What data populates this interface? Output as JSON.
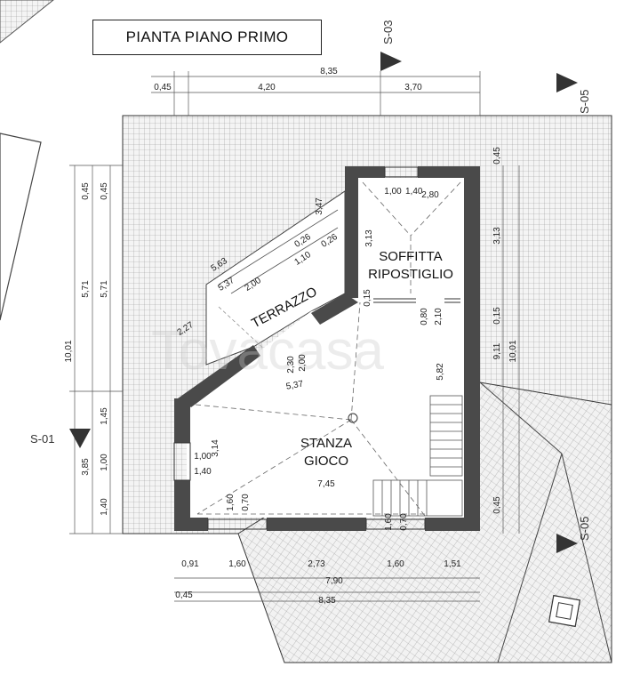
{
  "title": "PIANTA PIANO PRIMO",
  "watermark": "Tovacasa",
  "rooms": {
    "terrazzo": "TERRAZZO",
    "soffitta_1": "SOFFITTA",
    "soffitta_2": "RIPOSTIGLIO",
    "stanza_1": "STANZA",
    "stanza_2": "GIOCO"
  },
  "sections": {
    "s01": "S-01",
    "s03": "S-03",
    "s05_top": "S-05",
    "s05_bottom": "S-05"
  },
  "dims": {
    "top_total": "8,35",
    "top_a": "0,45",
    "top_b": "4,20",
    "top_c": "3,70",
    "left_total": "10,01",
    "left_a": "0,45",
    "left_b": "0,45",
    "left_c": "5,71",
    "left_d": "5,71",
    "left_e": "1,45",
    "left_f": "3,85",
    "left_g": "1,00",
    "left_h": "1,40",
    "right_a": "0,45",
    "right_b": "3,13",
    "right_c": "0,15",
    "right_d": "9,11",
    "right_e": "10,01",
    "right_f": "0,45",
    "terr_a": "5,63",
    "terr_b": "5,37",
    "terr_c": "2,00",
    "terr_d": "1,10",
    "terr_e": "0,26",
    "terr_f": "0,26",
    "terr_g": "3,47",
    "terr_h": "2,27",
    "terr_i": "2,00",
    "terr_j": "2,30",
    "terr_k": "5,37",
    "sof_a": "1,00",
    "sof_b": "1,40",
    "sof_c": "2,80",
    "sof_d": "3,13",
    "sof_e": "0,15",
    "sof_f": "0,80",
    "sof_g": "2,10",
    "st_a": "5,82",
    "st_b": "7,45",
    "st_c": "3,14",
    "st_d": "1,00",
    "st_e": "1,40",
    "st_f": "1,60",
    "st_g": "0,70",
    "st_h": "1,60",
    "st_i": "0,70",
    "bot_a": "0,91",
    "bot_b": "1,60",
    "bot_c": "2,73",
    "bot_d": "1,60",
    "bot_e": "1,51",
    "bot_total": "7,90",
    "bot_left": "0,45",
    "bot_total2": "8,35"
  }
}
